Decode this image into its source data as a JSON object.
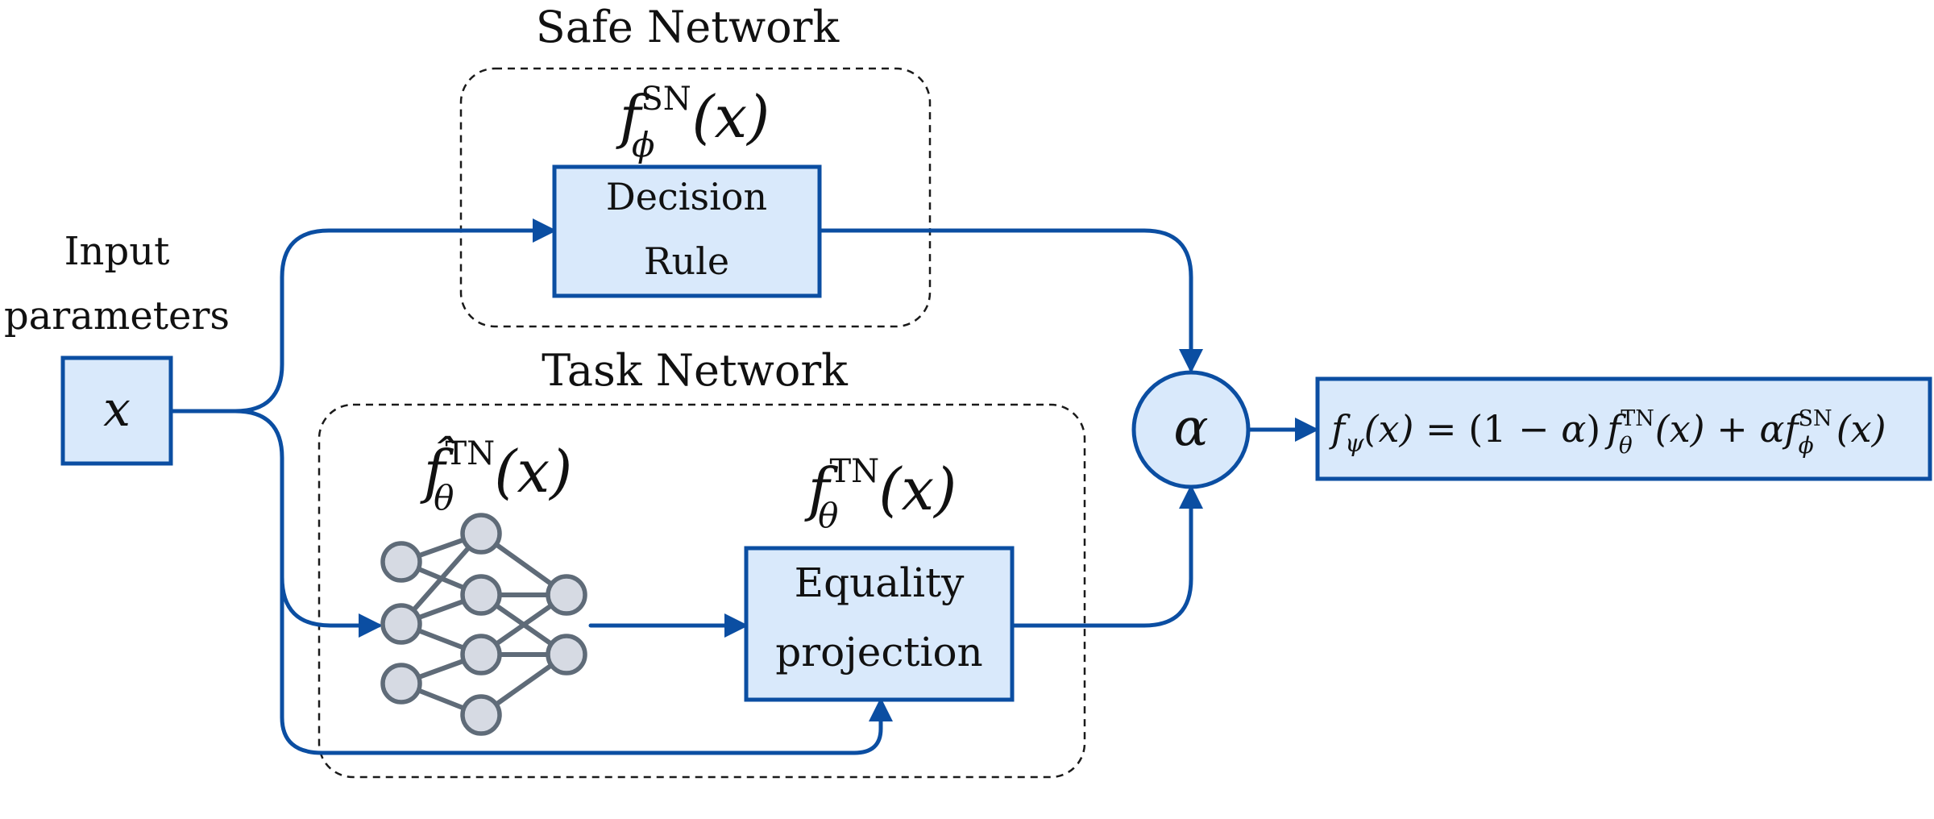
{
  "safe_network": {
    "title": "Safe Network",
    "function": {
      "base": "f",
      "sup": "SN",
      "sub": "ϕ",
      "arg": "(x)"
    },
    "decision_rule": {
      "line1": "Decision",
      "line2": "Rule"
    }
  },
  "task_network": {
    "title": "Task Network",
    "nn_function": {
      "base": "f̂",
      "sup": "TN",
      "sub": "θ",
      "arg": "(x)"
    },
    "proj_function": {
      "base": "f",
      "sup": "TN",
      "sub": "θ",
      "arg": "(x)"
    },
    "equality_projection": {
      "line1": "Equality",
      "line2": "projection"
    }
  },
  "input": {
    "label_line1": "Input",
    "label_line2": "parameters",
    "symbol": "x"
  },
  "mixer": {
    "symbol": "α"
  },
  "output": {
    "lhs_f": "f",
    "lhs_sub": "ψ",
    "lhs_arg": "(x)",
    "eq": " = (1 − ",
    "alpha1": "α",
    "paren_close": ")",
    "term1_f": "f",
    "term1_sup": "TN",
    "term1_sub": "θ",
    "term1_arg": "(x)",
    "plus": " + ",
    "alpha2": "α",
    "term2_f": "f",
    "term2_sup": "SN",
    "term2_sub": "ϕ",
    "term2_arg": "(x)"
  },
  "colors": {
    "accent": "#0b4ea2",
    "box_fill": "#d9e9fb",
    "nn_stroke": "#5f6b78",
    "nn_fill": "#d6dae3"
  }
}
